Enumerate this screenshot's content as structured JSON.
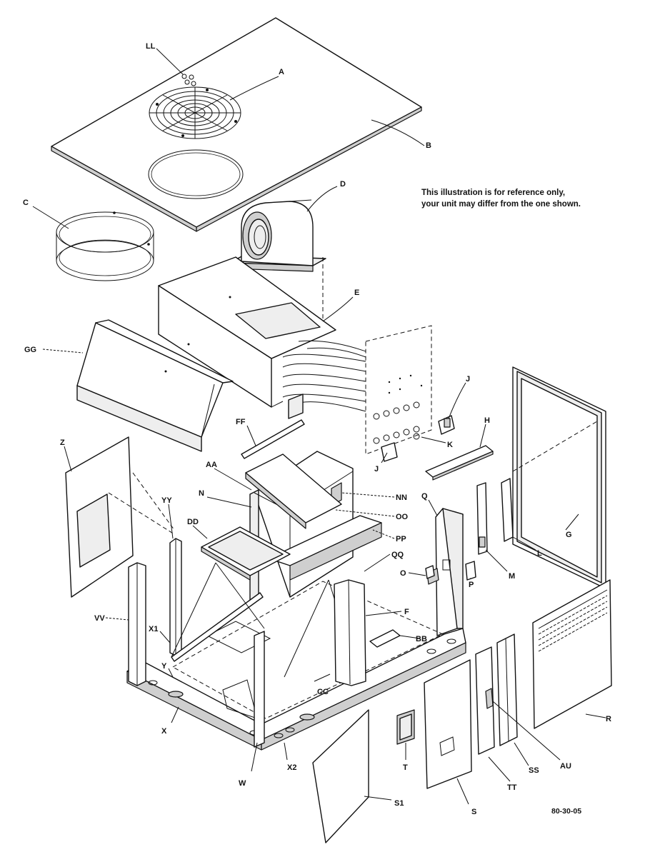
{
  "note_lines": [
    "This illustration is for reference only,",
    "your unit may differ from the one shown."
  ],
  "figure_number": "80-30-05",
  "callouts": {
    "LL": "LL",
    "A": "A",
    "B": "B",
    "C": "C",
    "D": "D",
    "E": "E",
    "GG": "GG",
    "J1": "J",
    "J2": "J",
    "K": "K",
    "H": "H",
    "FF": "FF",
    "Z": "Z",
    "AA": "AA",
    "N": "N",
    "NN": "NN",
    "OO": "OO",
    "YY": "YY",
    "DD": "DD",
    "PP": "PP",
    "QQ": "QQ",
    "Q": "Q",
    "G": "G",
    "L": "L",
    "M": "M",
    "P": "P",
    "O": "O",
    "F": "F",
    "VV": "VV",
    "X1": "X1",
    "Y": "Y",
    "BB": "BB",
    "CC": "CC",
    "X": "X",
    "W": "W",
    "X2": "X2",
    "R": "R",
    "AU": "AU",
    "SS": "SS",
    "TT": "TT",
    "T": "T",
    "S": "S",
    "S1": "S1"
  }
}
